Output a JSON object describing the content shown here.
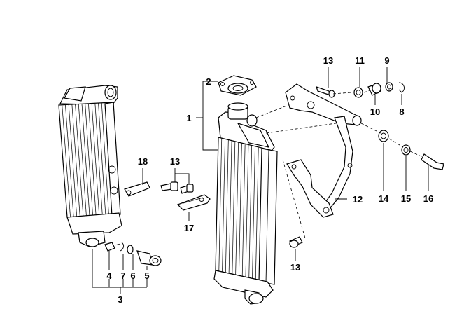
{
  "callouts": {
    "c1": "1",
    "c2": "2",
    "c3": "3",
    "c4": "4",
    "c5": "5",
    "c6": "6",
    "c7": "7",
    "c8": "8",
    "c9": "9",
    "c10": "10",
    "c11": "11",
    "c12": "12",
    "c13a": "13",
    "c13b": "13",
    "c13c": "13",
    "c14": "14",
    "c15": "15",
    "c16": "16",
    "c17": "17",
    "c18": "18"
  }
}
